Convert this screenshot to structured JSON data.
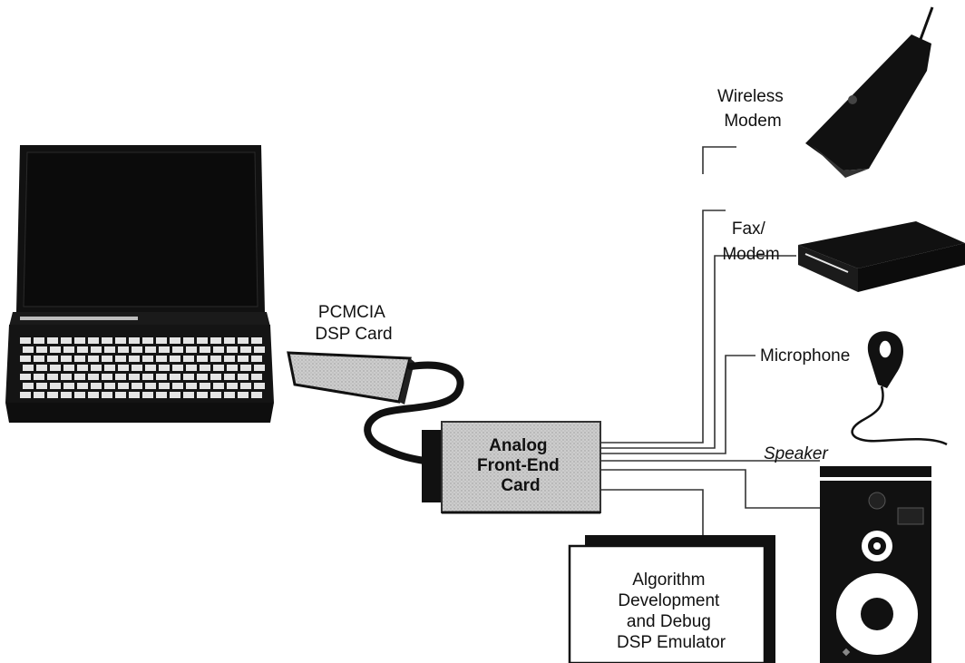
{
  "labels": {
    "wireless_modem": [
      "Wireless",
      "Modem"
    ],
    "fax_modem": [
      "Fax/",
      "Modem"
    ],
    "microphone": "Microphone",
    "speaker": "Speaker",
    "pcmcia_card": [
      "PCMCIA",
      "DSP Card"
    ],
    "analog_card": [
      "Analog",
      "Front-End",
      "Card"
    ],
    "emulator": [
      "Algorithm",
      "Development",
      "and Debug",
      "DSP Emulator"
    ]
  },
  "colors": {
    "ink": "#111111",
    "card_fill": "#c9c9c9",
    "keys": "#e4e4e4",
    "background": "#ffffff"
  },
  "icons": [
    "laptop-icon",
    "pcmcia-card-icon",
    "analog-card-icon",
    "wireless-phone-icon",
    "fax-modem-icon",
    "microphone-icon",
    "speaker-icon",
    "emulator-icon"
  ]
}
